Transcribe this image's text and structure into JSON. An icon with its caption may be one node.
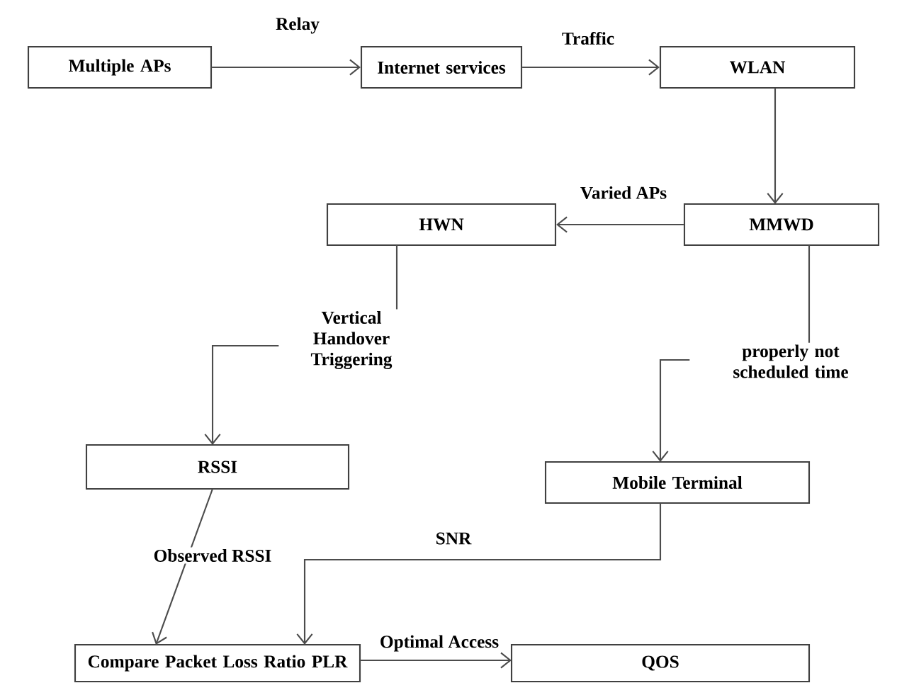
{
  "diagram": {
    "nodes": [
      {
        "text": [
          "Multiple APs"
        ]
      },
      {
        "text": [
          "Internet services"
        ]
      },
      {
        "text": [
          "WLAN"
        ]
      },
      {
        "text": [
          "MMWD"
        ]
      },
      {
        "text": [
          "HWN"
        ]
      },
      {
        "text": [
          "RSSI"
        ]
      },
      {
        "text": [
          "Mobile Terminal"
        ]
      },
      {
        "text": [
          "Compare Packet Loss Ratio PLR"
        ]
      },
      {
        "text": [
          "QOS"
        ]
      }
    ],
    "edges": [
      {
        "from": 0,
        "to": 1,
        "arrow": "to",
        "label": "Relay"
      },
      {
        "from": 1,
        "to": 2,
        "arrow": "to",
        "label": "Traffic"
      },
      {
        "from": 2,
        "to": 3,
        "arrow": "to"
      },
      {
        "from": 3,
        "to": 4,
        "arrow": "to",
        "label": "Varied APs"
      },
      {
        "from": 4,
        "to": 5,
        "arrow": "to",
        "label": "Vertical Handover Triggering"
      },
      {
        "from": 3,
        "to": 6,
        "arrow": "to",
        "label": "properly not scheduled time"
      },
      {
        "from": 5,
        "to": 7,
        "arrow": "to",
        "label": "Observed RSSI"
      },
      {
        "from": 6,
        "to": 7,
        "arrow": "to",
        "label": "SNR"
      },
      {
        "from": 7,
        "to": 8,
        "arrow": "to",
        "label": "Optimal Access"
      }
    ]
  }
}
